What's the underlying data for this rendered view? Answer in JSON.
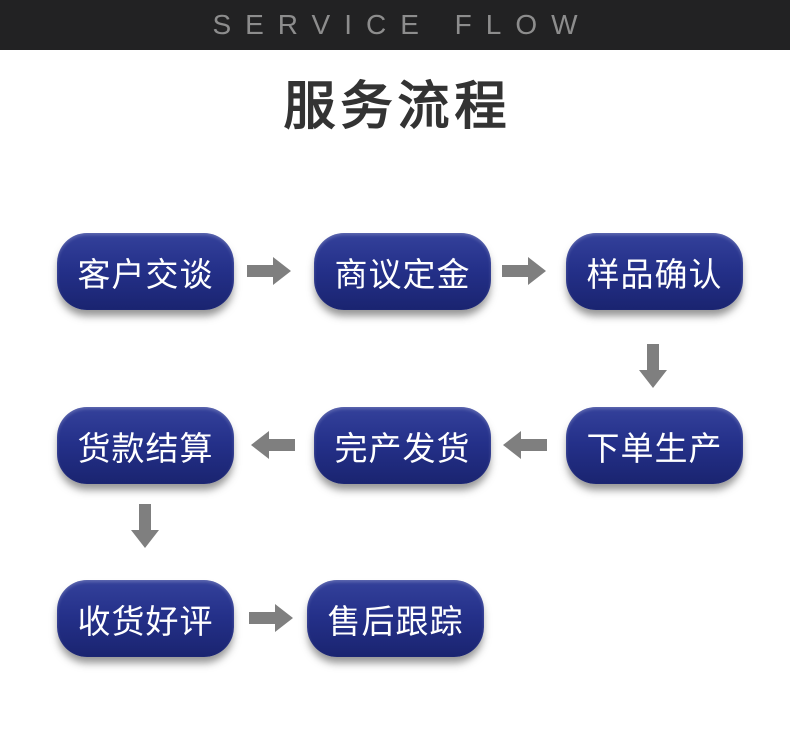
{
  "header": {
    "label": "SERVICE FLOW"
  },
  "title": {
    "label": "服务流程"
  },
  "colors": {
    "header_bg": "#222223",
    "header_text": "#8d8d8d",
    "title_text": "#333333",
    "node_gradient_top": "#34419b",
    "node_gradient_bottom": "#1a2470",
    "node_text": "#ffffff",
    "arrow_gray": "#7f7f7f",
    "page_bg": "#ffffff"
  },
  "flow": {
    "rows": [
      {
        "nodes": [
          {
            "label": "客户交谈"
          },
          {
            "label": "商议定金"
          },
          {
            "label": "样品确认"
          }
        ]
      },
      {
        "nodes": [
          {
            "label": "货款结算"
          },
          {
            "label": "完产发货"
          },
          {
            "label": "下单生产"
          }
        ]
      },
      {
        "nodes": [
          {
            "label": "收货好评"
          },
          {
            "label": "售后跟踪"
          }
        ]
      }
    ],
    "sequence": [
      "客户交谈",
      "商议定金",
      "样品确认",
      "下单生产",
      "完产发货",
      "货款结算",
      "收货好评",
      "售后跟踪"
    ],
    "arrows": [
      {
        "icon": "arrow-right-icon",
        "from": "客户交谈",
        "to": "商议定金",
        "direction": "right"
      },
      {
        "icon": "arrow-right-icon",
        "from": "商议定金",
        "to": "样品确认",
        "direction": "right"
      },
      {
        "icon": "arrow-down-icon",
        "from": "样品确认",
        "to": "下单生产",
        "direction": "down"
      },
      {
        "icon": "arrow-left-icon",
        "from": "下单生产",
        "to": "完产发货",
        "direction": "left"
      },
      {
        "icon": "arrow-left-icon",
        "from": "完产发货",
        "to": "货款结算",
        "direction": "left"
      },
      {
        "icon": "arrow-down-icon",
        "from": "货款结算",
        "to": "收货好评",
        "direction": "down"
      },
      {
        "icon": "arrow-right-icon",
        "from": "收货好评",
        "to": "售后跟踪",
        "direction": "right"
      }
    ]
  }
}
